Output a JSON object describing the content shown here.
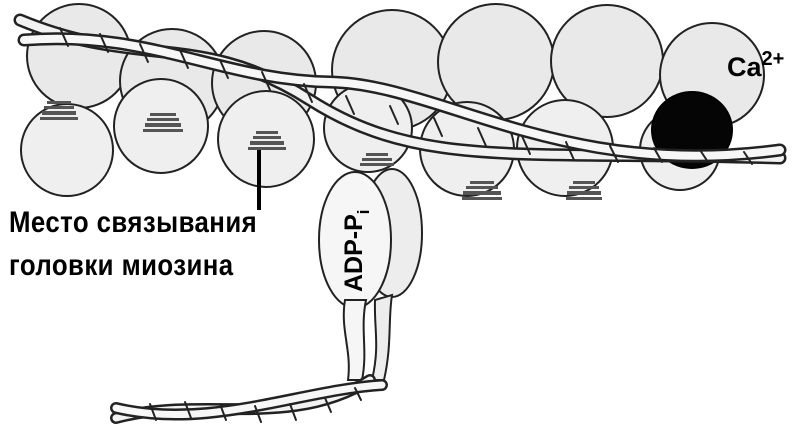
{
  "labels": {
    "myosin_site_line1": "Место связывания",
    "myosin_site_line2": "головки миозина",
    "calcium_base": "Ca",
    "calcium_charge": "2+",
    "adp_text": "ADP-P",
    "adp_subscript": "i"
  },
  "colors": {
    "actin_fill": "#e9e9e9",
    "outline": "#222222",
    "binding_site": "#555555",
    "calcium_ion": "#050505"
  }
}
